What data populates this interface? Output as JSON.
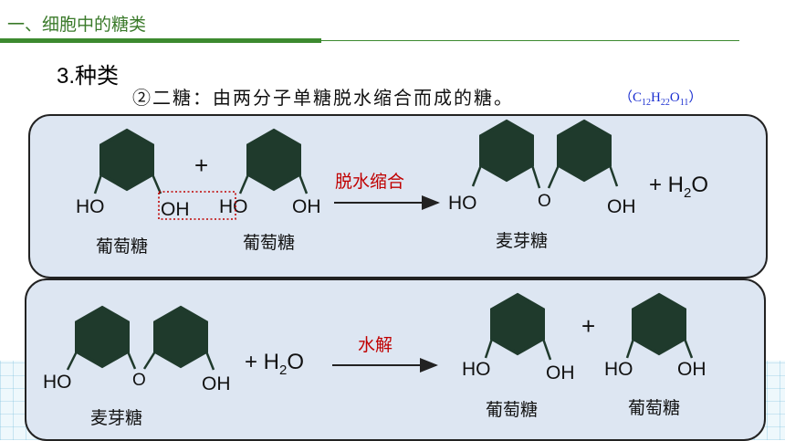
{
  "header": {
    "title": "一、细胞中的糖类"
  },
  "section": {
    "title": "3.种类",
    "description": "②二糖：由两分子单糖脱水缩合而成的糖。"
  },
  "formula": {
    "prefix": "（C",
    "c": "12",
    "h": "H",
    "hn": "22",
    "o": "O",
    "on": "11",
    "suffix": "）"
  },
  "reaction1": {
    "left_glucose_label": "葡萄糖",
    "right_glucose_label": "葡萄糖",
    "plus": "+",
    "arrow_label": "脱水缩合",
    "product_label": "麦芽糖",
    "byproduct_plus": "+ H",
    "byproduct_sub": "2",
    "byproduct_o": "O",
    "ho": "HO",
    "oh": "OH",
    "bridge_o": "O"
  },
  "reaction2": {
    "reactant_label": "麦芽糖",
    "water_plus": "+ H",
    "water_sub": "2",
    "water_o": "O",
    "arrow_label": "水解",
    "product1_label": "葡萄糖",
    "product2_label": "葡萄糖",
    "plus": "+",
    "ho": "HO",
    "oh": "OH",
    "bridge_o": "O"
  },
  "colors": {
    "hexagon": "#1f3a2c",
    "arrow_label": "#c00000",
    "formula": "#1a2ed0",
    "header": "#3c8a2f"
  }
}
